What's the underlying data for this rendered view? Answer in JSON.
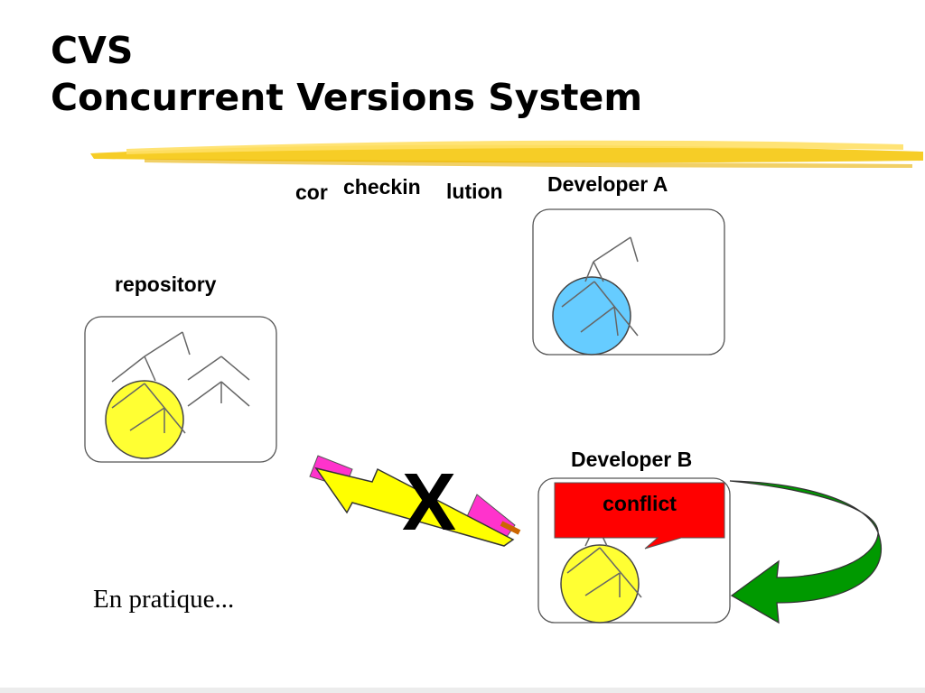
{
  "slide": {
    "title_line1": "CVS",
    "title_line2": "Concurrent Versions System",
    "overlap_label_left": "cor",
    "overlap_label_mid": "checkin",
    "overlap_label_right": "lution",
    "developer_a": "Developer A",
    "developer_b": "Developer B",
    "repository": "repository",
    "conflict": "conflict",
    "x_mark": "X",
    "bottom_note": "En pratique..."
  },
  "colors": {
    "highlight": "#f5c400",
    "repo_circle": "#ffff33",
    "dev_a_circle": "#66ccff",
    "dev_b_circle": "#ffff33",
    "conflict_box": "#ff0000",
    "arrow_yellow": "#ffff00",
    "arrow_magenta": "#ff33cc",
    "arrow_green": "#009900"
  }
}
